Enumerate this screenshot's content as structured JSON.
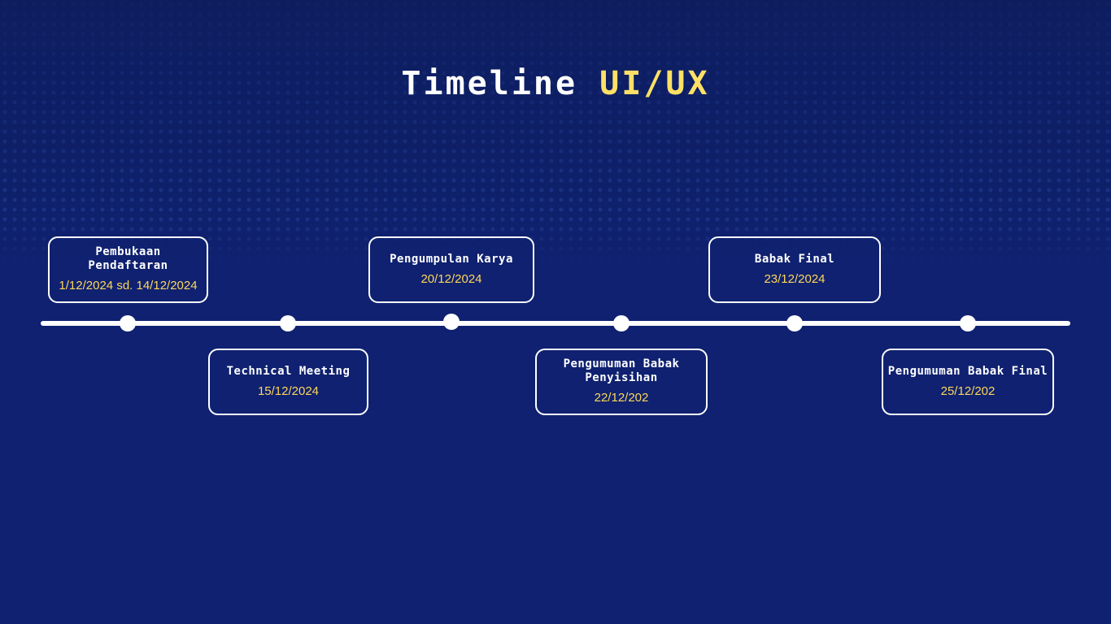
{
  "title": {
    "main": "Timeline",
    "accent": "UI/UX"
  },
  "colors": {
    "background": "#0f2170",
    "text": "#ffffff",
    "accent": "#ffe066",
    "date": "#ffd75a"
  },
  "events": [
    {
      "title": "Pembukaan Pendaftaran",
      "date": "1/12/2024 sd. 14/12/2024"
    },
    {
      "title": "Technical Meeting",
      "date": "15/12/2024"
    },
    {
      "title": "Pengumpulan Karya",
      "date": "20/12/2024"
    },
    {
      "title": "Pengumuman Babak Penyisihan",
      "date": "22/12/202"
    },
    {
      "title": "Babak Final",
      "date": "23/12/2024"
    },
    {
      "title": "Pengumuman Babak Final",
      "date": "25/12/202"
    }
  ]
}
